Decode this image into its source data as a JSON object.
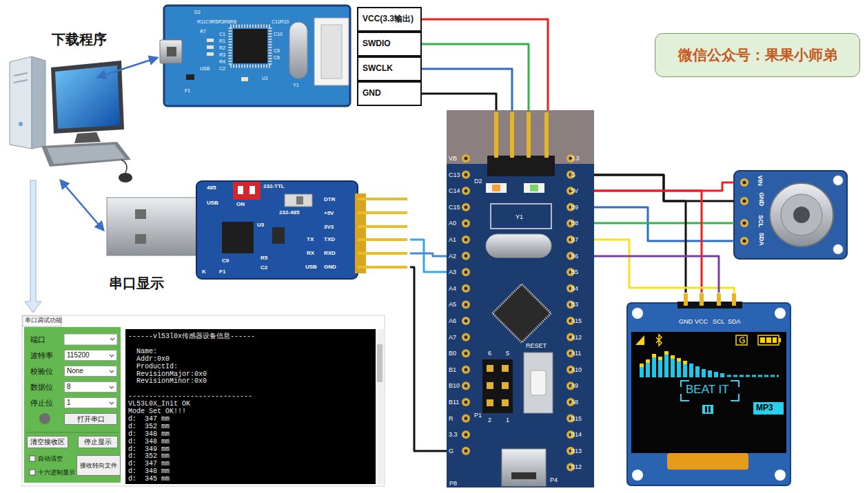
{
  "diagram": {
    "nodes": [
      {
        "text": [
          "VCC(3.3输出)"
        ]
      },
      {
        "text": [
          "SWDIO"
        ]
      },
      {
        "text": [
          "SWCLK"
        ]
      },
      {
        "text": [
          "GND"
        ]
      },
      {
        "text": [
          "D2",
          "R11C9R5R3R6R8",
          "C11R10",
          "R7",
          "C1",
          "R1",
          "R2",
          "R3",
          "R4",
          "C2",
          "USB",
          "F1",
          "C10",
          "C5",
          "C6",
          "U1",
          "Y1"
        ]
      },
      {
        "text": [
          "485",
          "USB",
          "ON",
          "232-TTL",
          "DTR",
          "+5V",
          "3V3",
          "TX",
          "TXD",
          "RX",
          "RXD",
          "USB",
          "GND",
          "232-485",
          "U3",
          "R5",
          "C9",
          "C2",
          "F1",
          "K"
        ]
      },
      {
        "text": [
          "VB",
          "C13",
          "C14",
          "C15",
          "A0",
          "A1",
          "A2",
          "A3",
          "A4",
          "A5",
          "A6",
          "A7",
          "B0",
          "B1",
          "B10",
          "B11",
          "R",
          "3.3",
          "G",
          "3.3",
          "G",
          "5V",
          "B9",
          "B8",
          "B7",
          "B6",
          "B5",
          "B4",
          "B3",
          "A15",
          "A12",
          "A11",
          "A10",
          "A9",
          "A8",
          "B15",
          "B14",
          "B13",
          "B12",
          "D2",
          "Y1",
          "RESET",
          "6",
          "5",
          "2",
          "1",
          "P1",
          "P4",
          "P8"
        ]
      },
      {
        "text": [
          "VIN",
          "GND",
          "SCL",
          "SDA"
        ]
      },
      {
        "text": [
          "GND",
          "VCC",
          "SCL",
          "SDA",
          "BEAT IT",
          "MP3"
        ]
      },
      {
        "text": [
          "微信公众号：果果小师弟"
        ]
      },
      {
        "text": [
          "串口调试功能"
        ]
      },
      {
        "text": [
          "端口",
          "波特率",
          "校验位",
          "数据位",
          "停止位",
          "自动清空",
          "十六进制显示"
        ],
        "in": 10
      },
      {
        "text": [
          "115200"
        ],
        "in": 11
      },
      {
        "text": [
          "None"
        ],
        "in": 11
      },
      {
        "text": [
          "8"
        ],
        "in": 11
      },
      {
        "text": [
          "1"
        ],
        "in": 11
      },
      {
        "text": [
          "打开串口"
        ],
        "in": 11
      },
      {
        "text": [
          "清空接收区"
        ],
        "in": 11
      },
      {
        "text": [
          "停止显示"
        ],
        "in": 11
      },
      {
        "text": [
          "接收转向文件"
        ],
        "in": 11
      },
      {
        "text": [
          "------vl53l0x传感器设备信息------",
          "Name:",
          "Addr:0x0",
          "ProductId:",
          "RevisionMajor:0x0",
          "RevisionMinor:0x0",
          "------------------------------",
          "VL53L0X_Init OK",
          "Mode Set OK!!!",
          "d:  347 mm",
          "d:  352 mm",
          "d:  348 mm",
          "d:  348 mm",
          "d:  349 mm",
          "d:  352 mm",
          "d:  347 mm",
          "d:  348 mm",
          "d:  345 mm"
        ],
        "in": 10
      }
    ],
    "edges": [
      {
        "from": 0,
        "to": 6,
        "arrow": "none"
      },
      {
        "from": 1,
        "to": 6,
        "arrow": "none"
      },
      {
        "from": 2,
        "to": 6,
        "arrow": "none"
      },
      {
        "from": 3,
        "to": 6,
        "arrow": "none"
      },
      {
        "from": 5,
        "to": 6,
        "arrow": "none"
      },
      {
        "from": 5,
        "to": 6,
        "arrow": "none"
      },
      {
        "from": 5,
        "to": 6,
        "arrow": "none"
      },
      {
        "from": 6,
        "to": 7,
        "arrow": "none"
      },
      {
        "from": 6,
        "to": 7,
        "arrow": "none"
      },
      {
        "from": 6,
        "to": 7,
        "arrow": "none"
      },
      {
        "from": 6,
        "to": 7,
        "arrow": "none"
      },
      {
        "from": 6,
        "to": 8,
        "arrow": "none"
      },
      {
        "from": 6,
        "to": 8,
        "arrow": "none"
      },
      {
        "from": 6,
        "to": 8,
        "arrow": "none"
      },
      {
        "from": 6,
        "to": 8,
        "arrow": "none"
      }
    ],
    "labels": [
      "下载程序",
      "串口显示"
    ]
  }
}
